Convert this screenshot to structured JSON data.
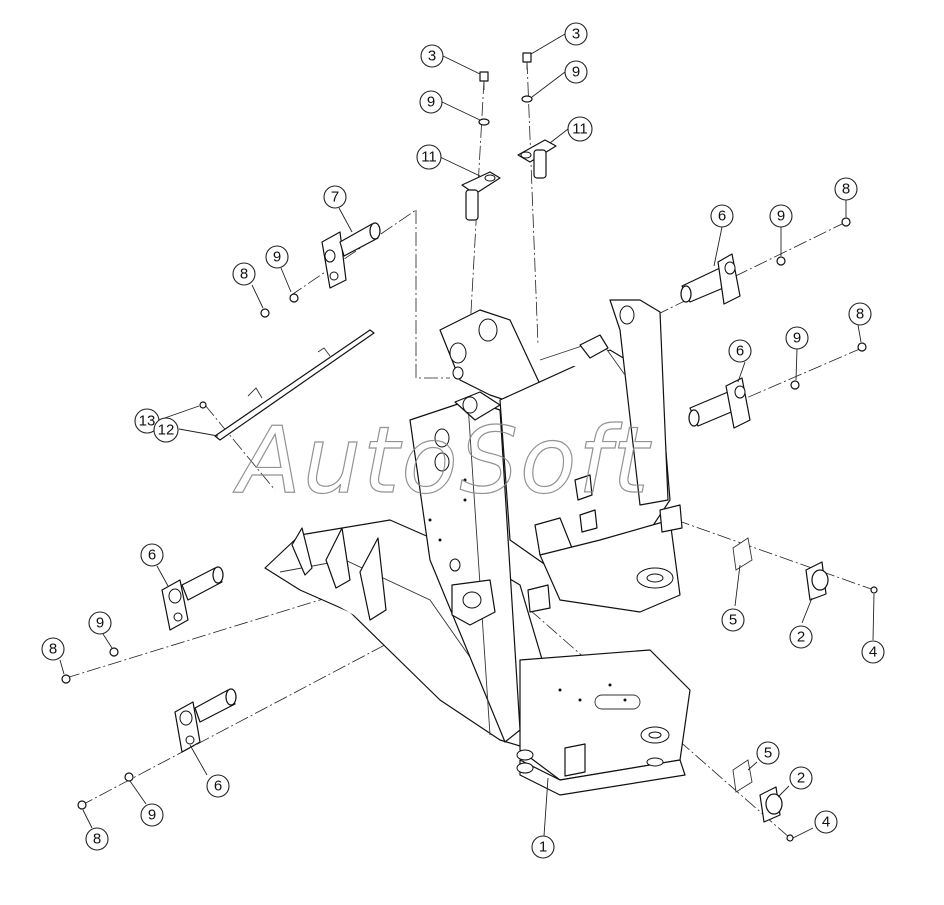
{
  "watermark": "AutoSoft",
  "callouts": [
    {
      "id": "c3a",
      "label": "3"
    },
    {
      "id": "c3b",
      "label": "3"
    },
    {
      "id": "c9a",
      "label": "9"
    },
    {
      "id": "c9b",
      "label": "9"
    },
    {
      "id": "c11a",
      "label": "11"
    },
    {
      "id": "c11b",
      "label": "11"
    },
    {
      "id": "c7",
      "label": "7"
    },
    {
      "id": "c9c",
      "label": "9"
    },
    {
      "id": "c8a",
      "label": "8"
    },
    {
      "id": "c6a",
      "label": "6"
    },
    {
      "id": "c9d",
      "label": "9"
    },
    {
      "id": "c8b",
      "label": "8"
    },
    {
      "id": "c8c",
      "label": "8"
    },
    {
      "id": "c6b",
      "label": "6"
    },
    {
      "id": "c9e",
      "label": "9"
    },
    {
      "id": "c13",
      "label": "13"
    },
    {
      "id": "c12",
      "label": "12"
    },
    {
      "id": "c6c",
      "label": "6"
    },
    {
      "id": "c9f",
      "label": "9"
    },
    {
      "id": "c8d",
      "label": "8"
    },
    {
      "id": "c5a",
      "label": "5"
    },
    {
      "id": "c2a",
      "label": "2"
    },
    {
      "id": "c4a",
      "label": "4"
    },
    {
      "id": "c6d",
      "label": "6"
    },
    {
      "id": "c9g",
      "label": "9"
    },
    {
      "id": "c8e",
      "label": "8"
    },
    {
      "id": "c1",
      "label": "1"
    },
    {
      "id": "c5b",
      "label": "5"
    },
    {
      "id": "c2b",
      "label": "2"
    },
    {
      "id": "c4b",
      "label": "4"
    }
  ]
}
